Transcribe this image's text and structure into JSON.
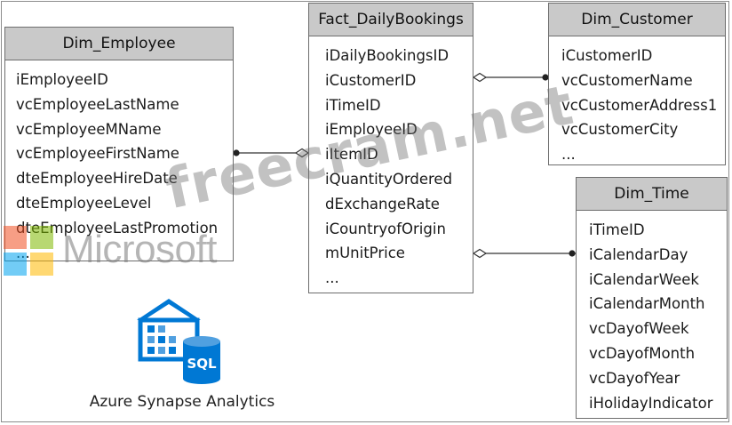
{
  "entities": {
    "employee": {
      "title": "Dim_Employee",
      "fields": [
        "iEmployeeID",
        "vcEmployeeLastName",
        "vcEmployeeMName",
        "vcEmployeeFirstName",
        "dteEmployeeHireDate",
        "dteEmployeeLevel",
        "dteEmployeeLastPromotion",
        "..."
      ]
    },
    "fact": {
      "title": "Fact_DailyBookings",
      "fields": [
        "iDailyBookingsID",
        "iCustomerID",
        "iTimeID",
        "iEmployeeID",
        "iItemID",
        "iQuantityOrdered",
        "dExchangeRate",
        "iCountryofOrigin",
        "mUnitPrice",
        "..."
      ]
    },
    "customer": {
      "title": "Dim_Customer",
      "fields": [
        "iCustomerID",
        "vcCustomerName",
        "vcCustomerAddress1",
        "vcCustomerCity",
        "..."
      ]
    },
    "time": {
      "title": "Dim_Time",
      "fields": [
        "iTimeID",
        "iCalendarDay",
        "iCalendarWeek",
        "iCalendarMonth",
        "vcDayofWeek",
        "vcDayofMonth",
        "vcDayofYear",
        "iHolidayIndicator"
      ]
    }
  },
  "relationships": [
    {
      "from": "Dim_Employee",
      "to": "Fact_DailyBookings"
    },
    {
      "from": "Dim_Customer",
      "to": "Fact_DailyBookings"
    },
    {
      "from": "Dim_Time",
      "to": "Fact_DailyBookings"
    }
  ],
  "watermark_text": "freecram.net",
  "microsoft_logo": {
    "text": "Microsoft",
    "colors": [
      "#f25022",
      "#7fba00",
      "#00a4ef",
      "#ffb900"
    ]
  },
  "synapse": {
    "label": "Azure Synapse Analytics",
    "icon_text": "SQL",
    "colors": {
      "primary": "#0078d4",
      "light": "#50a0e0"
    }
  },
  "colors": {
    "header": "#c9c9c9",
    "border": "#6d6d6d",
    "line": "#333333"
  }
}
